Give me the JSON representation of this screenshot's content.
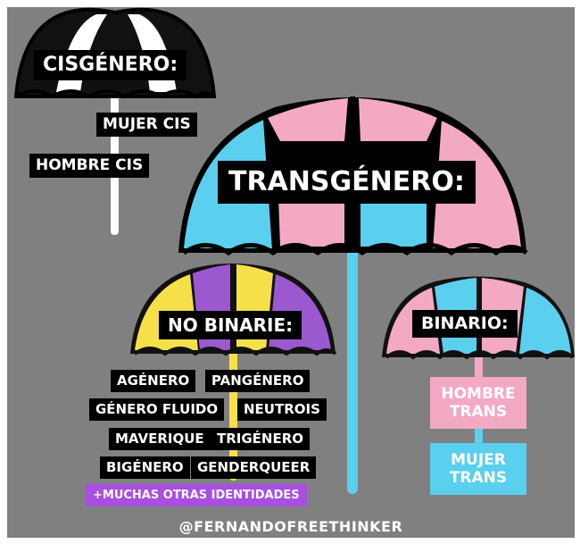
{
  "cisgenero": {
    "title": "CISGÉNERO:",
    "items": [
      "MUJER CIS",
      "HOMBRE CIS"
    ],
    "colors": [
      "#000000",
      "#ffffff"
    ]
  },
  "transgenero": {
    "title": "TRANSGÉNERO:",
    "colors": [
      "#5bcfee",
      "#f3a9c4",
      "#ffffff"
    ]
  },
  "no_binarie": {
    "title": "NO BINARIE:",
    "items": [
      "AGÉNERO",
      "PANGÉNERO",
      "GÉNERO FLUIDO",
      "NEUTROIS",
      "MAVERIQUE",
      "TRIGÉNERO",
      "BIGÉNERO",
      "GENDERQUEER"
    ],
    "more": "+MUCHAS OTRAS IDENTIDADES",
    "colors": [
      "#f5e04a",
      "#ffffff",
      "#9b59d0",
      "#1a1a1a"
    ]
  },
  "binario": {
    "title": "BINARIO:",
    "items": [
      {
        "line1": "HOMBRE",
        "line2": "TRANS"
      },
      {
        "line1": "MUJER",
        "line2": "TRANS"
      }
    ],
    "colors": [
      "#f3a9c4",
      "#5bcfee"
    ]
  },
  "credit": "@FERNANDOFREETHINKER"
}
